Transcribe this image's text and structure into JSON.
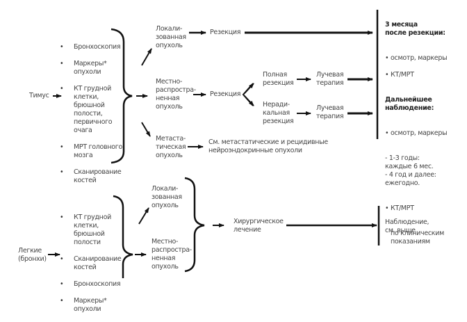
{
  "top": {
    "source": "Тимус",
    "diagnostics": [
      "Бронхоскопия",
      "Маркеры* опухоли",
      "КТ грудной клетки, брюшной полости, первичного очага",
      "МРТ головного мозга",
      "Сканирование костей"
    ],
    "stage_local": "Локали-\nзованная\nопухоль",
    "stage_regional": "Местно-\nраспростра-\nненная\nопухоль",
    "stage_metastatic": "Метаста-\nтическая\nопухоль",
    "resection_1": "Резекция",
    "resection_2": "Резекция",
    "complete_resection": "Полная\nрезекция",
    "nonradical_resection": "Неради-\nкальная\nрезекция",
    "radiotherapy_1": "Лучевая\nтерапия",
    "radiotherapy_2": "Лучевая\nтерапия",
    "metastatic_note": "См. метастатические и рецидивные\nнейроэндокринные опухоли",
    "followup": {
      "heading1": "3 месяца\nпосле резекции:",
      "items1": [
        "осмотр, маркеры",
        "КТ/МРТ"
      ],
      "heading2": "Дальнейшее\nнаблюдение:",
      "item2a": "осмотр, маркеры",
      "item2a_sub": " - 1-3 годы:\nкаждые 6 мес.\n - 4 год и далее:\nежегодно.",
      "item2b": "КТ/МРТ",
      "item2b_sub": "по клиническим\nпоказаниям"
    }
  },
  "bottom": {
    "source": "Легкие\n(бронхи)",
    "diagnostics": [
      "КТ грудной клетки, брюшной полости",
      "Сканирование костей",
      "Бронхоскопия",
      "Маркеры* опухоли"
    ],
    "stage_local": "Локали-\nзованная\nопухоль",
    "stage_regional": "Местно-\nраспростра-\nненная\nопухоль",
    "surgery": "Хирургическое\nлечение",
    "followup": "Наблюдение,\nсм. выше"
  }
}
